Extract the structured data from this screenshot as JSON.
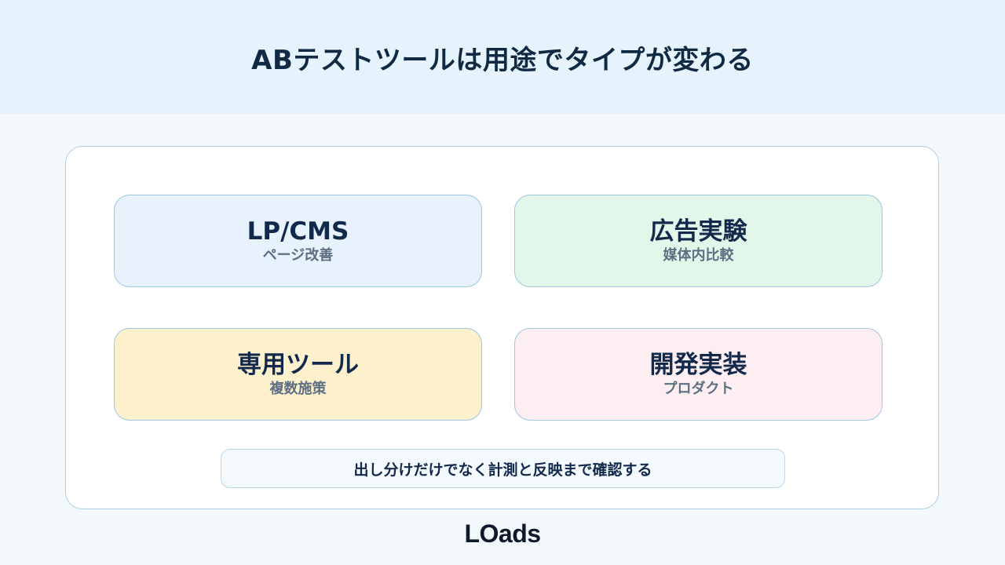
{
  "header": {
    "title": "ABテストツールは用途でタイプが変わる"
  },
  "cards": [
    {
      "title": "LP/CMS",
      "subtitle": "ページ改善",
      "color": "#e8f2fc"
    },
    {
      "title": "広告実験",
      "subtitle": "媒体内比較",
      "color": "#e3f6ea"
    },
    {
      "title": "専用ツール",
      "subtitle": "複数施策",
      "color": "#fdf1cd"
    },
    {
      "title": "開発実装",
      "subtitle": "プロダクト",
      "color": "#fdeef1"
    }
  ],
  "note": {
    "text": "出し分けだけでなく計測と反映まで確認する"
  },
  "brand": {
    "logo_text": "LOads"
  }
}
